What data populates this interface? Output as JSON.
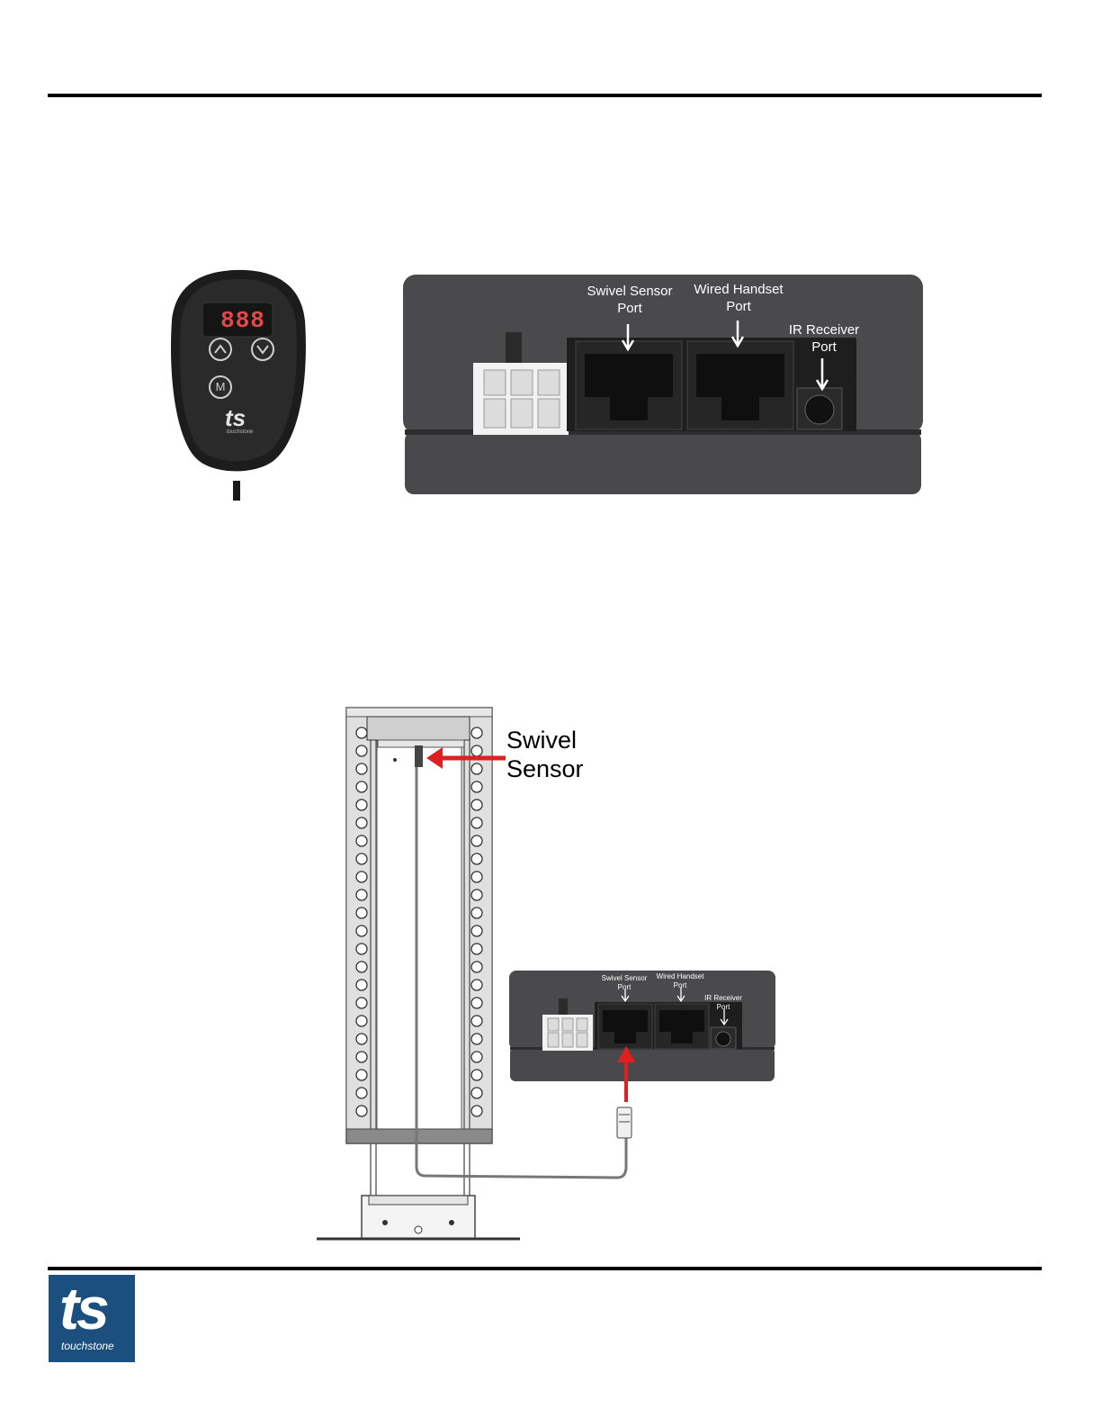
{
  "handset": {
    "display": "888",
    "up_icon": "chevron-up-icon",
    "down_icon": "chevron-down-icon",
    "mode_label": "M",
    "brand_mark": "ts",
    "brand_name": "touchstone"
  },
  "control_box": {
    "swivel_label_line1": "Swivel Sensor",
    "swivel_label_line2": "Port",
    "handset_label_line1": "Wired Handset",
    "handset_label_line2": "Port",
    "ir_label_line1": "IR Receiver",
    "ir_label_line2": "Port"
  },
  "diagram": {
    "callout_line1": "Swivel",
    "callout_line2": "Sensor",
    "callout_color": "#e02020"
  },
  "footer": {
    "logo_mark": "ts",
    "logo_name": "touchstone",
    "logo_color": "#1a4f80"
  }
}
